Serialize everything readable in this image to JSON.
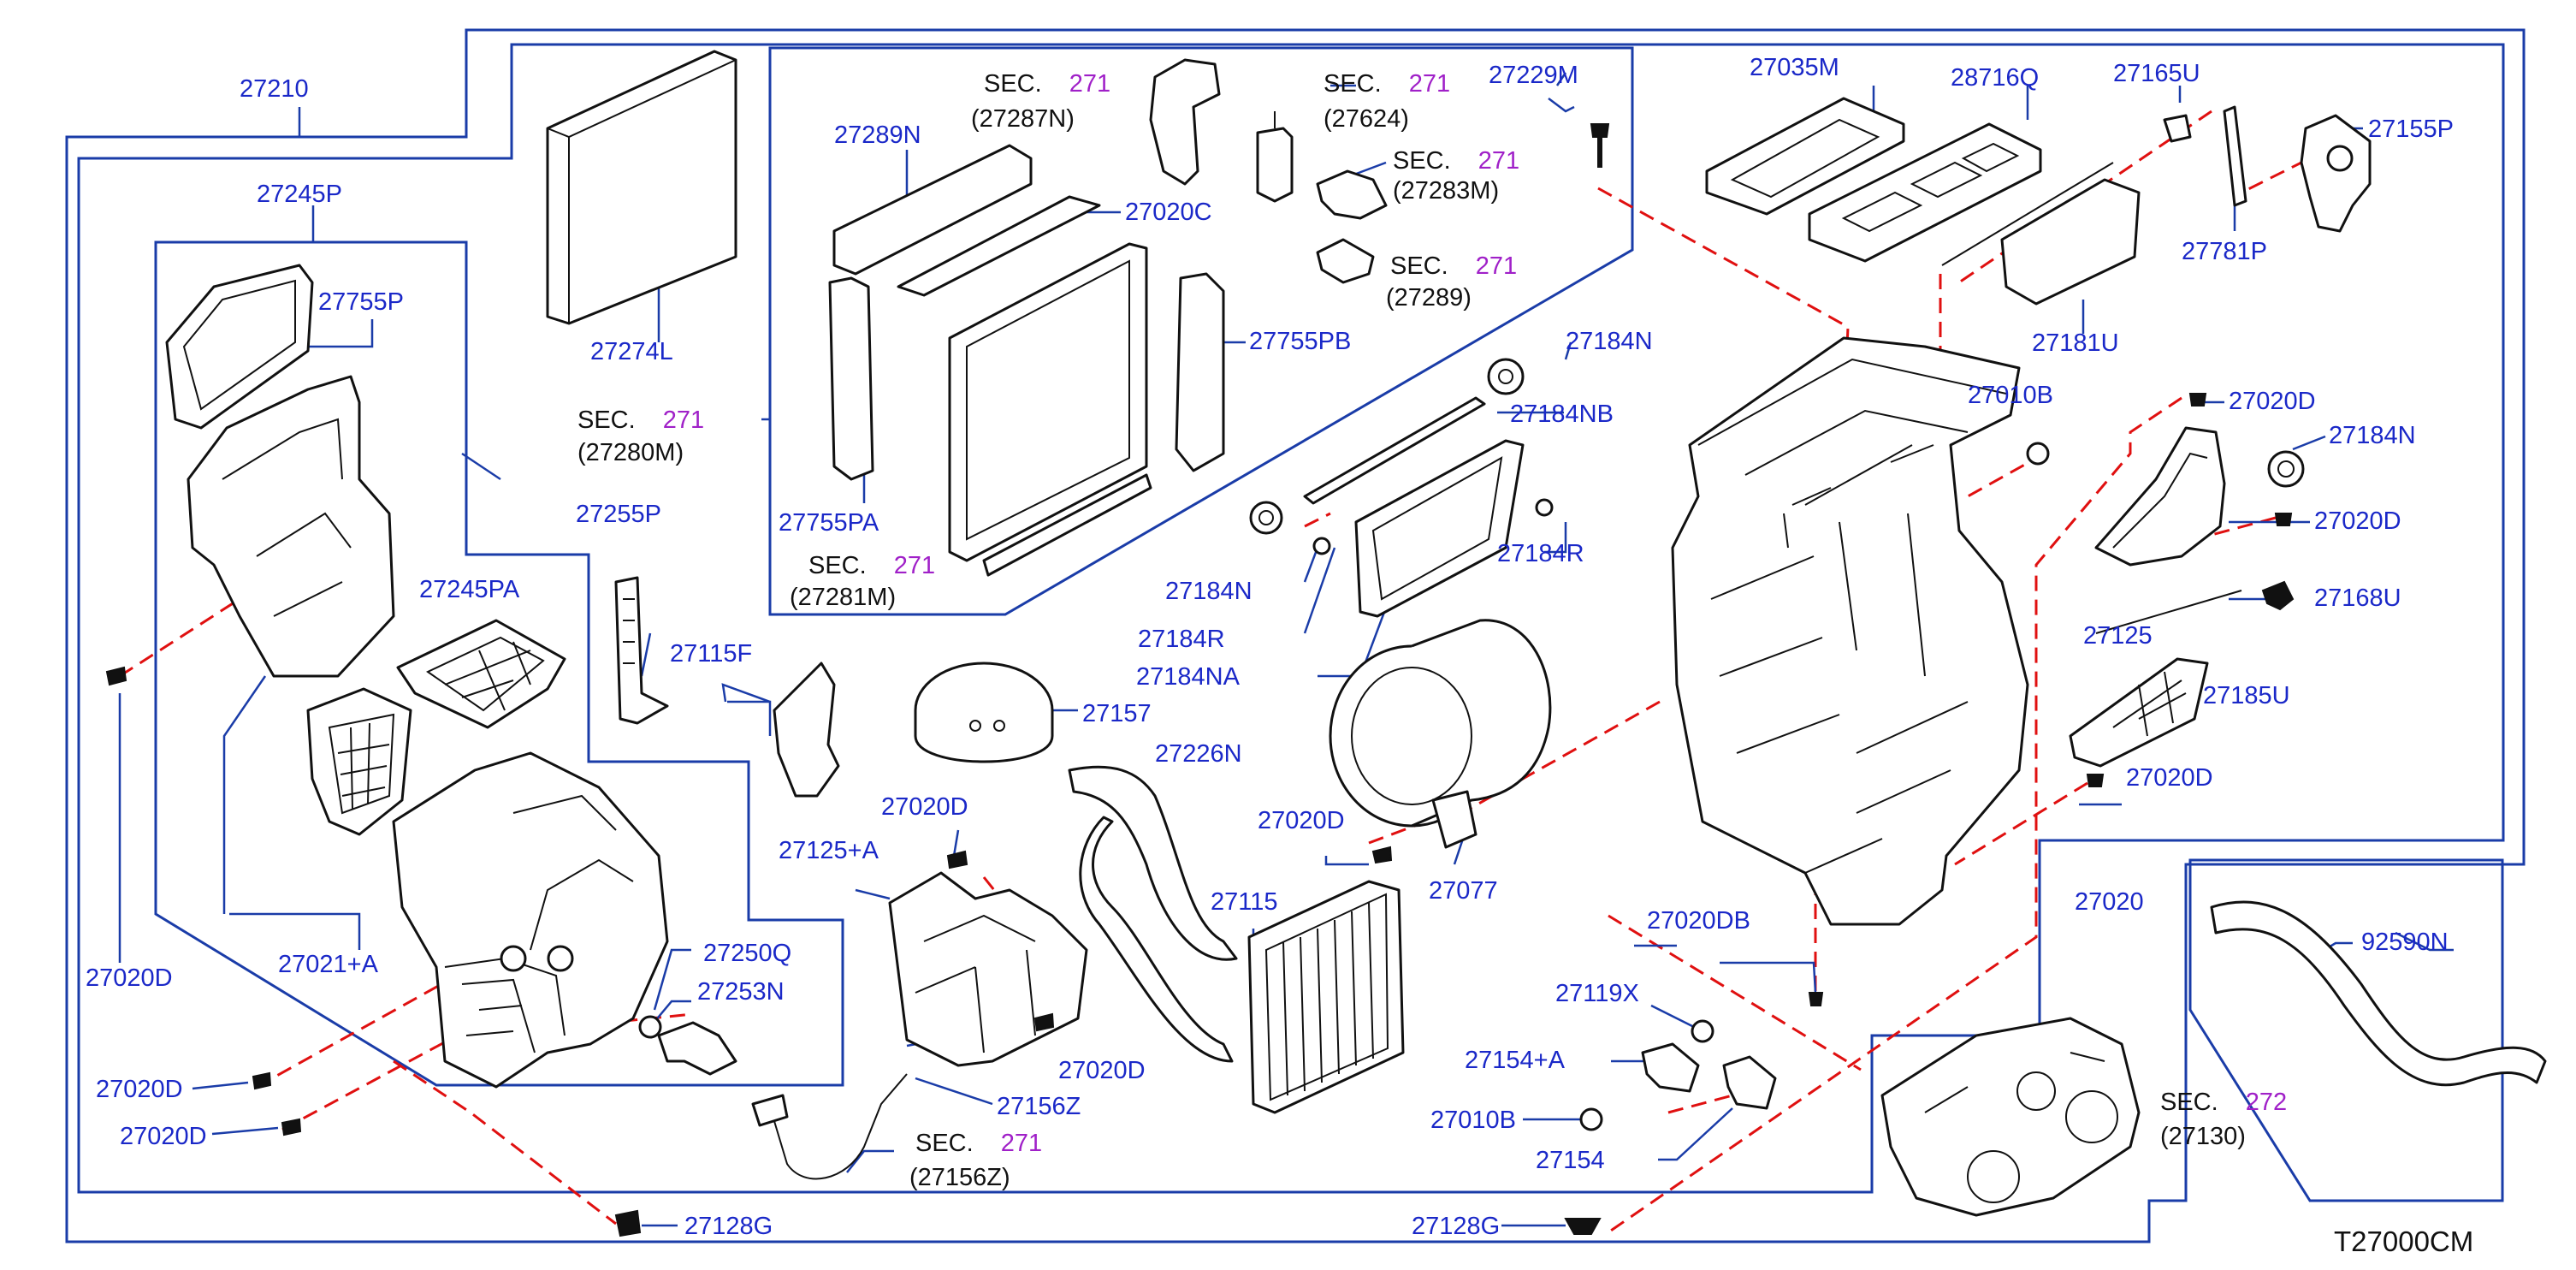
{
  "colors": {
    "label": "#1a28c8",
    "section_number": "#a020c8",
    "frame_line": "#1a3ca8",
    "dashed_line": "#e01010",
    "part_outline": "#111111",
    "background": "#ffffff"
  },
  "diagram_id": "T27000CM",
  "labels": {
    "l27210": "27210",
    "l27245P": "27245P",
    "l27755P": "27755P",
    "l27274L": "27274L",
    "l27289N": "27289N",
    "l27020C": "27020C",
    "l27755PB": "27755PB",
    "l27755PA": "27755PA",
    "l27229M": "27229M",
    "l27035M": "27035M",
    "l28716Q": "28716Q",
    "l27165U": "27165U",
    "l27155P": "27155P",
    "l27781P": "27781P",
    "l27181U": "27181U",
    "l27184N_top": "27184N",
    "l27184NB": "27184NB",
    "l27010B_top": "27010B",
    "l27020D_right1": "27020D",
    "l27184N_right": "27184N",
    "l27020D_right2": "27020D",
    "l27168U": "27168U",
    "l27125": "27125",
    "l27185U": "27185U",
    "l27020D_right3": "27020D",
    "l27255P": "27255P",
    "l27245PA": "27245PA",
    "l27115F": "27115F",
    "l27184N_mid": "27184N",
    "l27184R_right": "27184R",
    "l27184R_left": "27184R",
    "l27184NA": "27184NA",
    "l27157": "27157",
    "l27226N": "27226N",
    "l27020D_mid": "27020D",
    "l27125A": "27125+A",
    "l27020D_blower": "27020D",
    "l27115": "27115",
    "l27077": "27077",
    "l27020DB": "27020DB",
    "l27020": "27020",
    "l92590N": "92590N",
    "l27020D_left": "27020D",
    "l27021A": "27021+A",
    "l27250Q": "27250Q",
    "l27253N": "27253N",
    "l27020D_bl1": "27020D",
    "l27020D_bl2": "27020D",
    "l27020D_case": "27020D",
    "l27156Z": "27156Z",
    "l27119X": "27119X",
    "l27154A": "27154+A",
    "l27010B_bottom": "27010B",
    "l27154": "27154",
    "l27128G_left": "27128G",
    "l27128G_right": "27128G"
  },
  "sections": {
    "s27287N": {
      "prefix": "SEC.",
      "number": "271",
      "ref": "(27287N)"
    },
    "s27624": {
      "prefix": "SEC.",
      "number": "271",
      "ref": "(27624)"
    },
    "s27283M": {
      "prefix": "SEC.",
      "number": "271",
      "ref": "(27283M)"
    },
    "s27289": {
      "prefix": "SEC.",
      "number": "271",
      "ref": "(27289)"
    },
    "s27280M": {
      "prefix": "SEC.",
      "number": "271",
      "ref": "(27280M)"
    },
    "s27281M": {
      "prefix": "SEC.",
      "number": "271",
      "ref": "(27281M)"
    },
    "s27156Z": {
      "prefix": "SEC.",
      "number": "271",
      "ref": "(27156Z)"
    },
    "s27130": {
      "prefix": "SEC.",
      "number": "272",
      "ref": "(27130)"
    }
  }
}
